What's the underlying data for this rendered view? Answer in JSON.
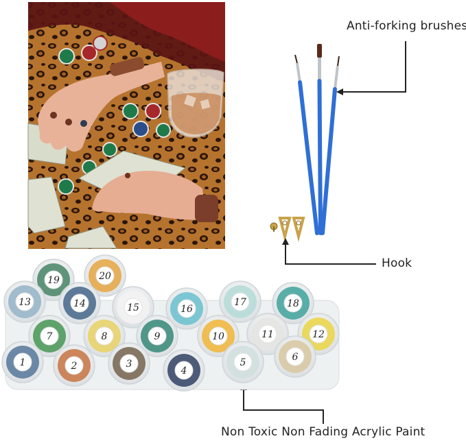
{
  "labels": {
    "brushes": "Anti-forking brushes",
    "hook": "Hook",
    "paint": "Non Toxic Non Fading Acrylic Paint"
  },
  "paint_pots": [
    {
      "number": "1",
      "color": "#5d7c9e"
    },
    {
      "number": "2",
      "color": "#c97a4b"
    },
    {
      "number": "3",
      "color": "#7a6a55"
    },
    {
      "number": "4",
      "color": "#3b4a6b"
    },
    {
      "number": "5",
      "color": "#cfe0de"
    },
    {
      "number": "6",
      "color": "#d8c9a3"
    },
    {
      "number": "7",
      "color": "#4f9a5c"
    },
    {
      "number": "8",
      "color": "#e8d36a"
    },
    {
      "number": "9",
      "color": "#3f8d7d"
    },
    {
      "number": "10",
      "color": "#f0b840"
    },
    {
      "number": "11",
      "color": "#e4e6e2"
    },
    {
      "number": "12",
      "color": "#e9d64c"
    },
    {
      "number": "13",
      "color": "#98b6c8"
    },
    {
      "number": "14",
      "color": "#4d6d8f"
    },
    {
      "number": "15",
      "color": "#f2f2f2"
    },
    {
      "number": "16",
      "color": "#6fc2cf"
    },
    {
      "number": "17",
      "color": "#b6dcd8"
    },
    {
      "number": "18",
      "color": "#48a6a0"
    },
    {
      "number": "19",
      "color": "#4f8a6d"
    },
    {
      "number": "20",
      "color": "#e6a94a"
    }
  ],
  "colors": {
    "leopard_base": "#b5732e",
    "leopard_spot": "#2b160c",
    "brush_handle": "#2f6fd6",
    "pointer_line": "#222222"
  }
}
